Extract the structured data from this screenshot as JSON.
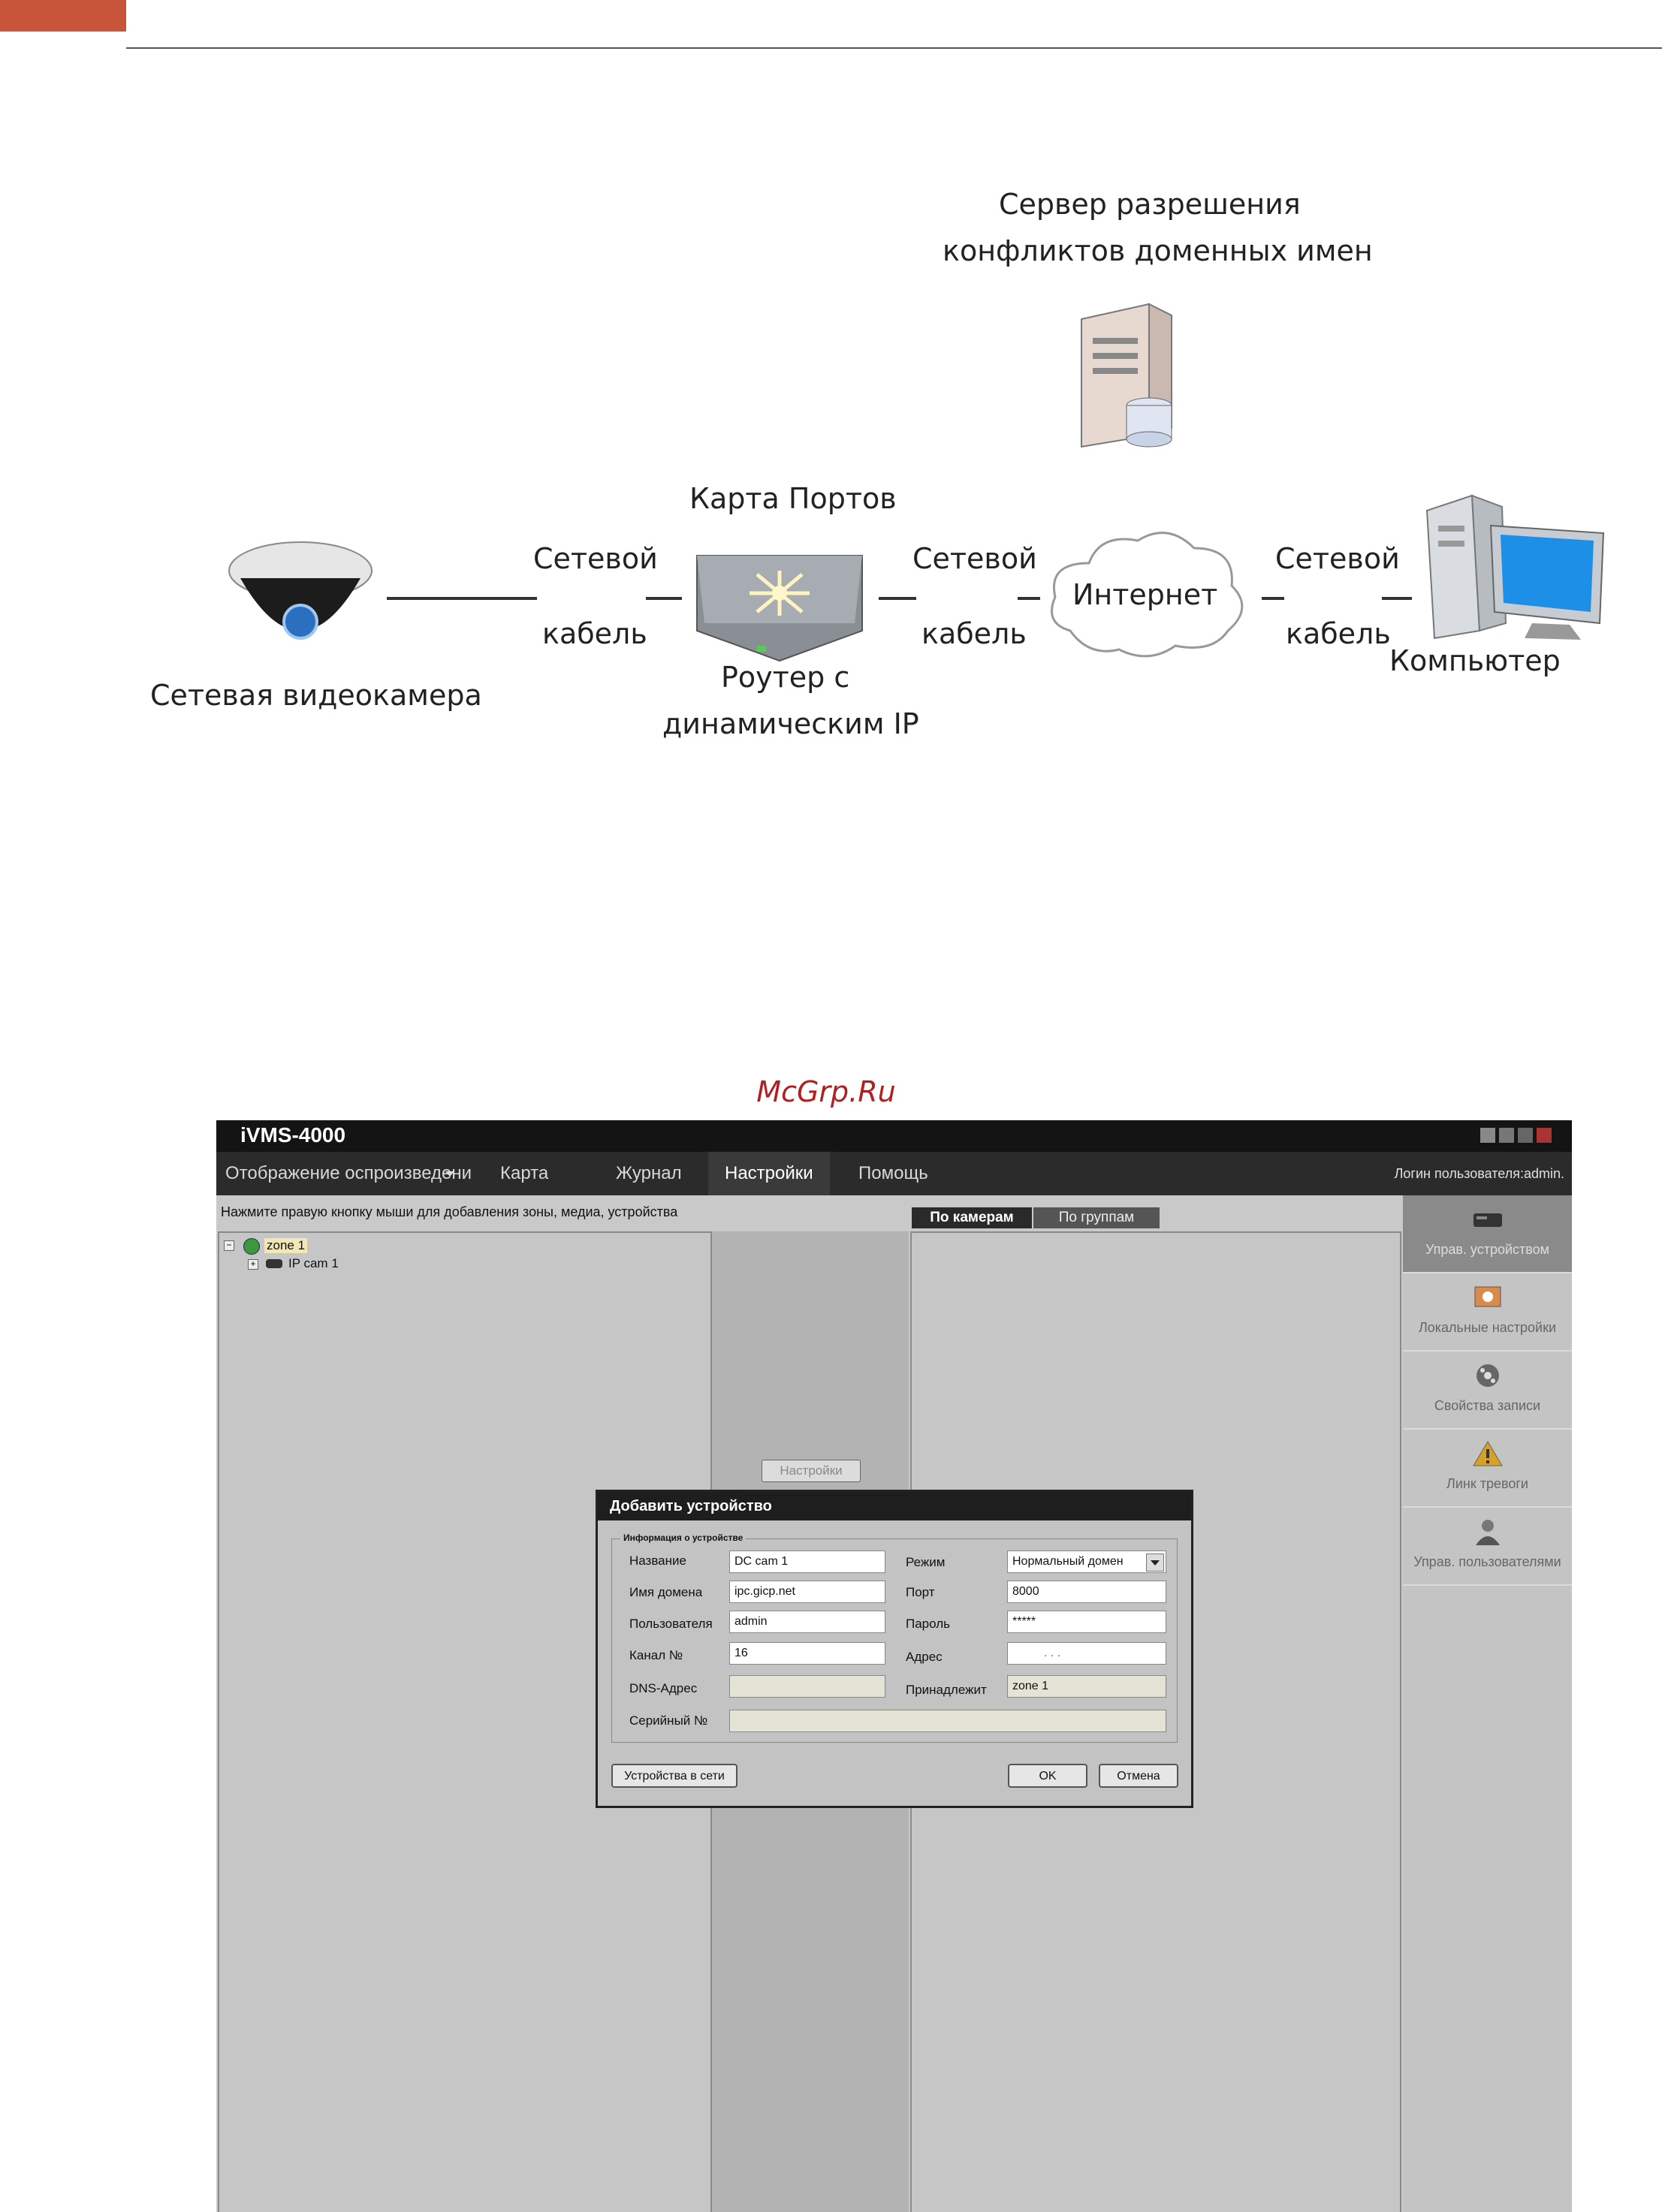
{
  "diagram": {
    "server_label_line1": "Сервер разрешения",
    "server_label_line2": "конфликтов доменных имен",
    "port_map_label": "Карта Портов",
    "camera_label": "Сетевая видеокамера",
    "router_label_line1": "Роутер с",
    "router_label_line2": "динамическим IP",
    "internet_label": "Интернет",
    "computer_label": "Компьютер",
    "cable_line1": "Сетевой",
    "cable_line2": "кабель"
  },
  "watermark": "McGrp.Ru",
  "app": {
    "title": "iVMS-4000",
    "menu": [
      {
        "label": "Отображение оспроизведени"
      },
      {
        "label": "Карта"
      },
      {
        "label": "Журнал"
      },
      {
        "label": "Настройки"
      },
      {
        "label": "Помощь"
      }
    ],
    "login": "Логин пользователя:admin.",
    "hint": "Нажмите правую кнопку мыши для добавления зоны, медиа, устройства",
    "tree": {
      "zone": "zone 1",
      "device": "IP cam 1"
    },
    "tabs": [
      "По камерам",
      "По группам"
    ],
    "settings_button": "Настройки",
    "right_panel": [
      {
        "label": "Управ. устройством",
        "icon": "device-manage-icon"
      },
      {
        "label": "Локальные настройки",
        "icon": "local-settings-icon"
      },
      {
        "label": "Свойства записи",
        "icon": "record-props-icon"
      },
      {
        "label": "Линк тревоги",
        "icon": "alarm-link-icon"
      },
      {
        "label": "Управ. пользователями",
        "icon": "user-manage-icon"
      }
    ],
    "dialog": {
      "title": "Добавить устройство",
      "legend": "Информация о устройстве",
      "labels": {
        "name": "Название",
        "domain": "Имя домена",
        "user": "Пользователя",
        "channel": "Канал №",
        "dns": "DNS-Адрес",
        "serial": "Серийный №",
        "mode": "Режим",
        "port": "Порт",
        "password": "Пароль",
        "address": "Адрес",
        "belongs": "Принадлежит"
      },
      "values": {
        "name": "DC cam 1",
        "domain": "ipc.gicp.net",
        "user": "admin",
        "channel": "16",
        "dns": "",
        "serial": "",
        "mode": "Нормальный домен",
        "port": "8000",
        "password": "*****",
        "address": ".     .     .",
        "belongs": "zone 1"
      },
      "buttons": {
        "network": "Устройства в сети",
        "ok": "OK",
        "cancel": "Отмена"
      }
    }
  }
}
